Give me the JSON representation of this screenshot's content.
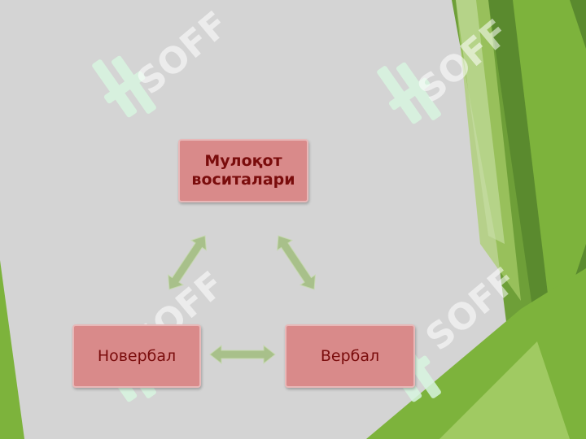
{
  "diagram": {
    "nodes": {
      "top": {
        "label_line1": "Мулоқот",
        "label_line2": "воситалари"
      },
      "left": {
        "label": "Новербал"
      },
      "right": {
        "label": "Вербал"
      }
    },
    "arrows": [
      "top-left",
      "top-right",
      "left-right"
    ]
  },
  "watermark": {
    "text": "SOFF"
  },
  "colors": {
    "background": "#d4d4d4",
    "node_fill": "#d98a8a",
    "node_text": "#7a0c0c",
    "arrow_fill": "#a8c08a",
    "green_dark": "#5a8a2e",
    "green_mid": "#7db33c",
    "green_light": "#a9cf6b",
    "watermark": "#d7f5df"
  }
}
